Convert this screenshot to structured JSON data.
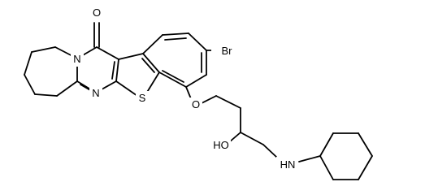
{
  "structure": {
    "atoms": {
      "oxygen_carbonyl": "O",
      "bromine": "Br",
      "sulfur": "S",
      "nitrogen_ring": "N",
      "nitrogen_bridge": "N",
      "oxygen_ether": "O",
      "hydroxyl": "HO",
      "amine": "HN"
    }
  }
}
